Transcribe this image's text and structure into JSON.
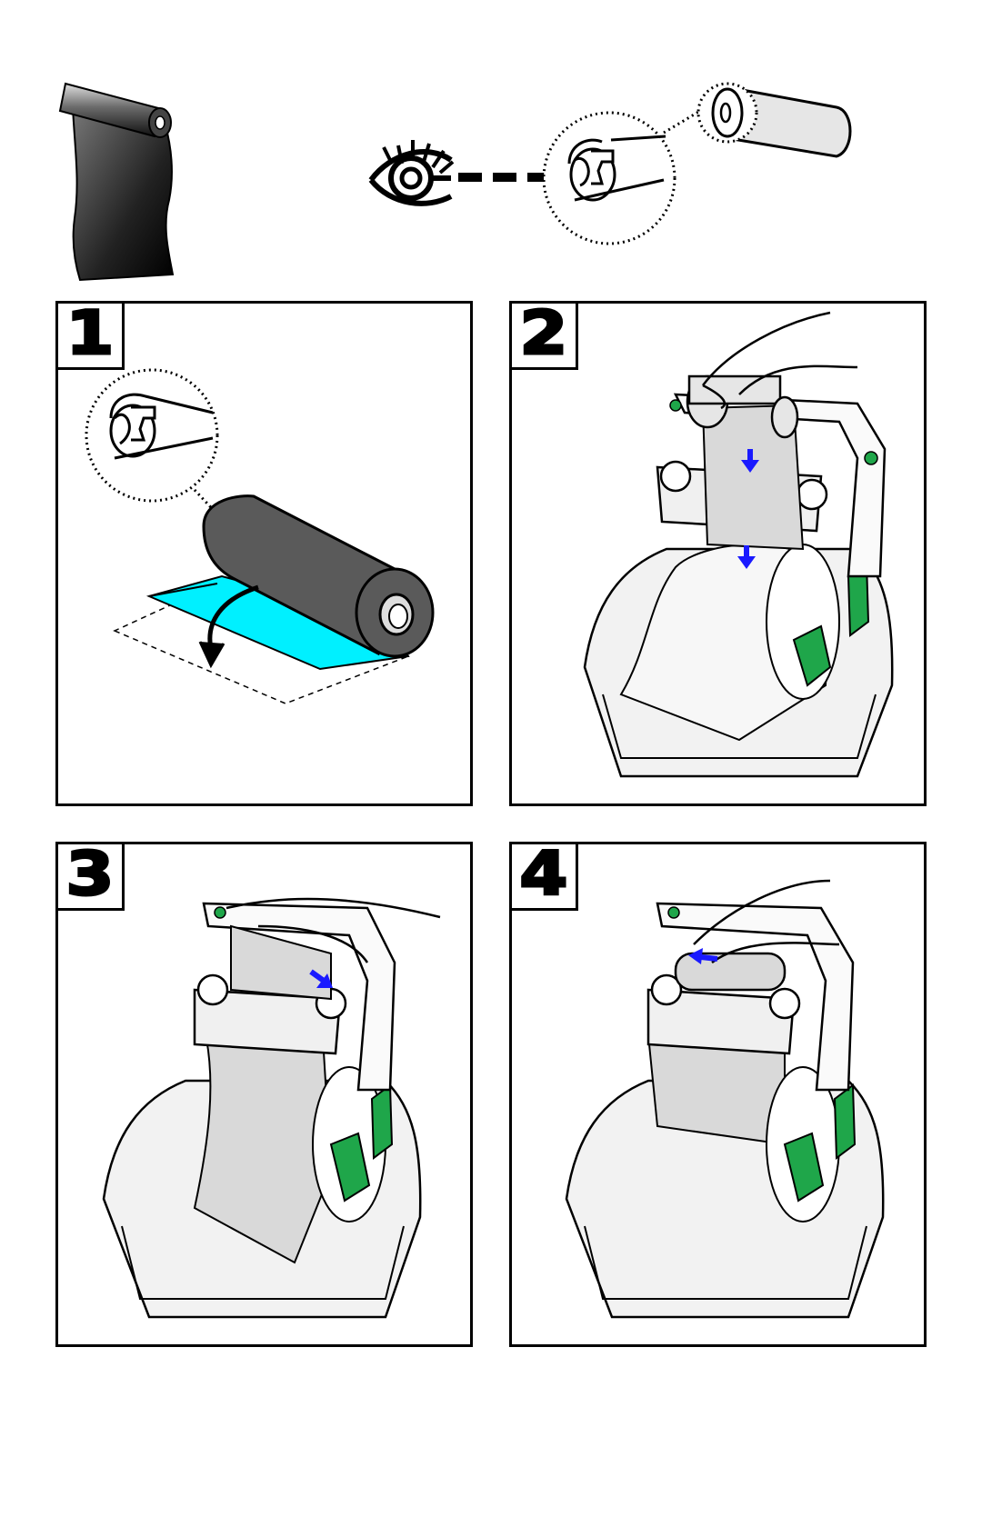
{
  "header": {
    "ribbon_roll_icon": "ribbon-roll",
    "eye_icon": "eye",
    "notch_detail_icon": "core-notch-magnifier",
    "core_icon": "ribbon-core-tube"
  },
  "steps": [
    {
      "number": "1",
      "illustration": "unroll-ribbon-with-notch-detail"
    },
    {
      "number": "2",
      "illustration": "insert-ribbon-into-supply-spindle"
    },
    {
      "number": "3",
      "illustration": "thread-ribbon-under-printhead"
    },
    {
      "number": "4",
      "illustration": "attach-ribbon-to-take-up-core"
    }
  ],
  "colors": {
    "outline": "#000000",
    "ribbon_face": "#00f0ff",
    "ribbon_roll": "#5a5a5a",
    "arrow": "#1a1aff",
    "green_parts": "#1fa64a",
    "media_gray": "#d9d9d9"
  }
}
